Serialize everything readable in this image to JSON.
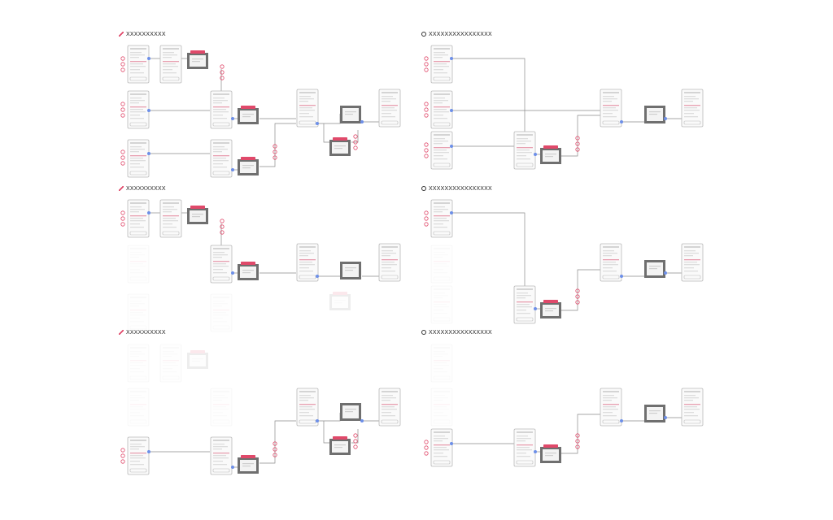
{
  "colors": {
    "connector": "#8a8a8a",
    "node_dot": "#6d8fe8",
    "accent": "#e0496a",
    "dialog": "#6f6f6f",
    "screen_border": "#b9b9b9",
    "screen_fill": "#fafafa"
  },
  "panels": [
    {
      "id": "p1",
      "header": {
        "icon": "pencil-icon",
        "title": "XXXXXXXXXX"
      }
    },
    {
      "id": "p2",
      "header": {
        "icon": "check-circle-icon",
        "title": "XXXXXXXXXXXXXXXX"
      }
    },
    {
      "id": "p3",
      "header": {
        "icon": "pencil-icon",
        "title": "XXXXXXXXXX"
      }
    },
    {
      "id": "p4",
      "header": {
        "icon": "check-circle-icon",
        "title": "XXXXXXXXXXXXXXXX"
      }
    },
    {
      "id": "p5",
      "header": {
        "icon": "pencil-icon",
        "title": "XXXXXXXXXX"
      }
    },
    {
      "id": "p6",
      "header": {
        "icon": "check-circle-icon",
        "title": "XXXXXXXXXXXXXXXX"
      }
    }
  ]
}
